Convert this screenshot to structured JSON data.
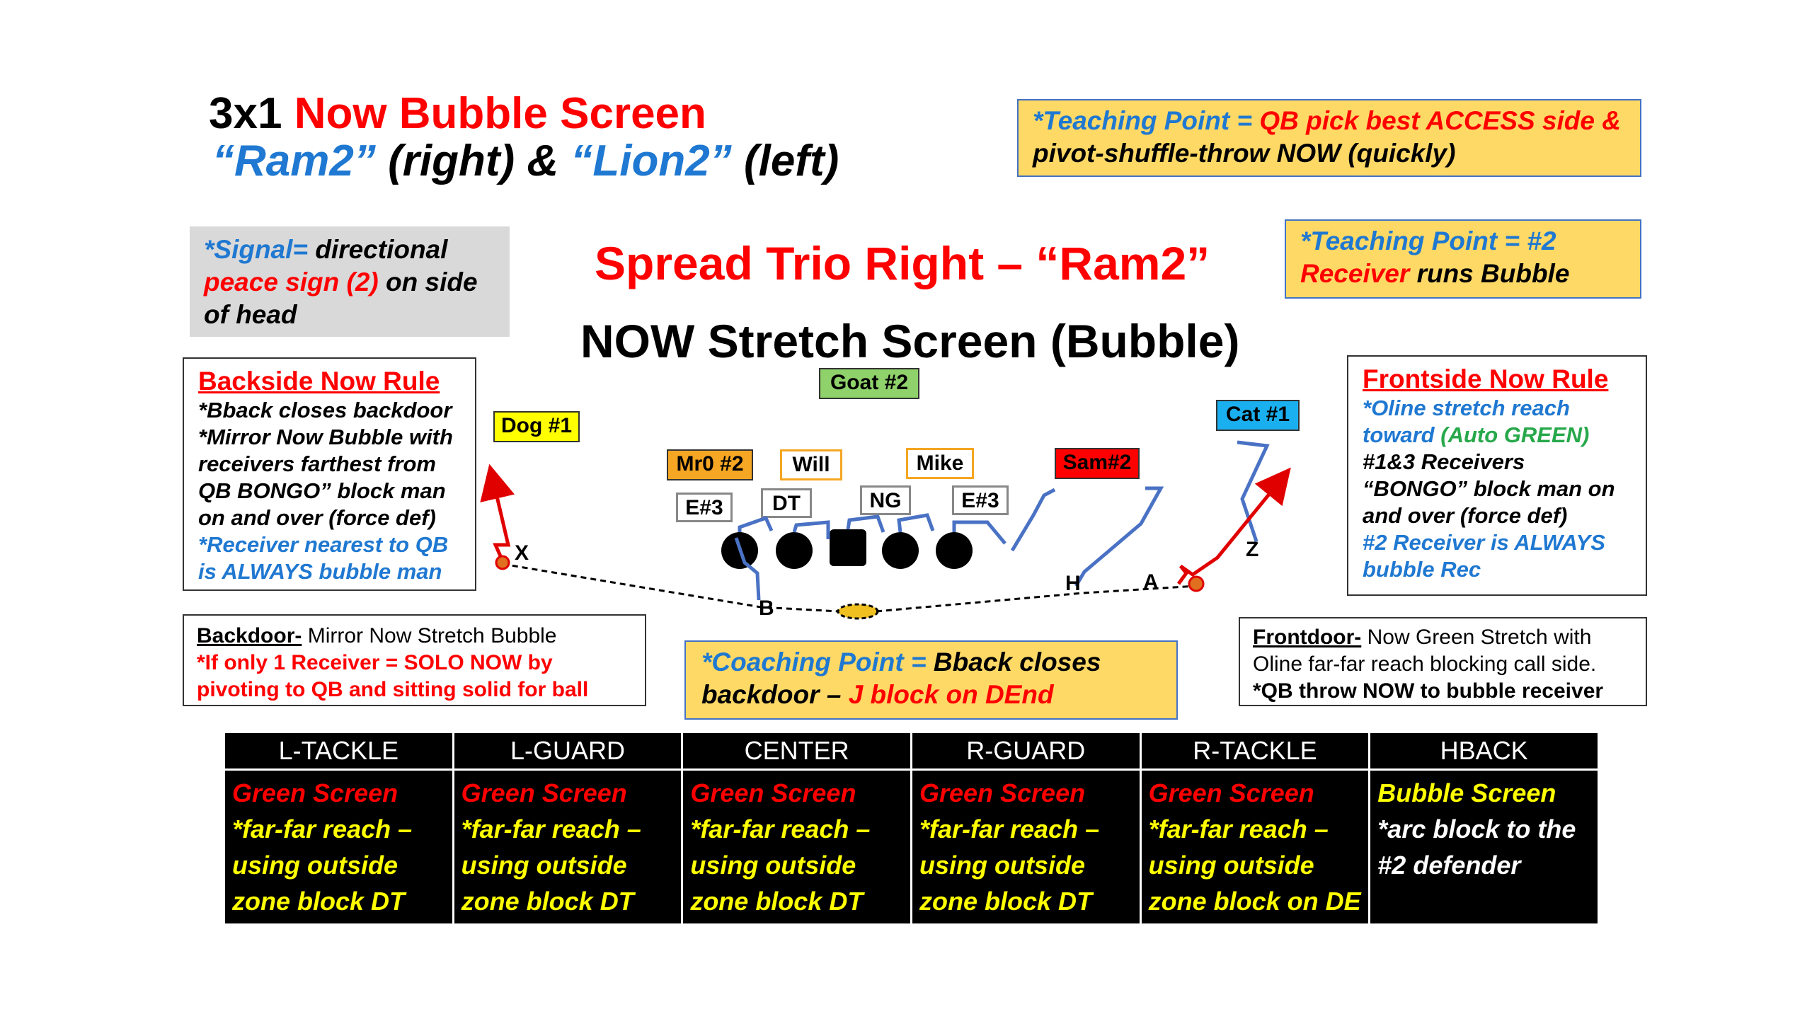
{
  "title": {
    "line1_black": "3x1",
    "line1_red": "Now Bubble Screen",
    "line2_blue_a": "“Ram2”",
    "line2_black_a": "(right) &",
    "line2_blue_b": "“Lion2”",
    "line2_black_b": "(left)"
  },
  "teaching_point_1": {
    "label": "*Teaching Point =",
    "text_red": "QB pick best ACCESS side &",
    "text_black": "pivot-shuffle-throw NOW (quickly)"
  },
  "signal": {
    "label": "*Signal=",
    "text_black1": "directional",
    "text_red": "peace sign (2)",
    "text_black2": "on side of head"
  },
  "formation_title": "Spread Trio Right – “Ram2”",
  "play_title": "NOW Stretch Screen (Bubble)",
  "teaching_point_2": {
    "label": "*Teaching Point = #2",
    "text_red": "Receiver",
    "text_black": "runs Bubble"
  },
  "backside_rule": {
    "heading": "Backside Now Rule",
    "line1": "*Bback closes backdoor",
    "line2": "*Mirror Now Bubble with receivers farthest from QB BONGO” block man on and over (force def)",
    "line3": "*Receiver nearest to QB is ALWAYS bubble man"
  },
  "frontside_rule": {
    "heading": "Frontside Now Rule",
    "line1": "*Oline stretch reach toward",
    "line1_green": "(Auto GREEN)",
    "line2": "#1&3 Receivers “BONGO” block man on and over (force def)",
    "line3": "#2 Receiver is ALWAYS bubble Rec"
  },
  "backdoor": {
    "heading": "Backdoor-",
    "text": "Mirror Now Stretch Bubble",
    "red": "*If only 1 Receiver = SOLO NOW by pivoting to QB and sitting solid for ball"
  },
  "frontdoor": {
    "heading": "Frontdoor-",
    "text": "Now Green Stretch with Oline far-far reach blocking call side.",
    "bold": "*QB throw NOW to bubble receiver"
  },
  "coaching_point": {
    "label": "*Coaching Point =",
    "text_black1": "Bback closes backdoor –",
    "text_red": "J block on DEnd"
  },
  "defenders": {
    "goat": "Goat #2",
    "dog": "Dog #1",
    "cat": "Cat #1",
    "mr0": "Mr0 #2",
    "will": "Will",
    "mike": "Mike",
    "sam": "Sam#2",
    "e3_left": "E#3",
    "dt": "DT",
    "ng": "NG",
    "e3_right": "E#3"
  },
  "offense_labels": {
    "x": "X",
    "b": "B",
    "h": "H",
    "a": "A",
    "z": "Z"
  },
  "table": {
    "headers": [
      "L-TACKLE",
      "L-GUARD",
      "CENTER",
      "R-GUARD",
      "R-TACKLE",
      "HBACK"
    ],
    "cells": [
      {
        "red": "Green Screen",
        "yellow": "*far-far reach – using outside zone block DT"
      },
      {
        "red": "Green Screen",
        "yellow": "*far-far reach – using outside zone block DT"
      },
      {
        "red": "Green Screen",
        "yellow": "*far-far reach – using outside zone block DT"
      },
      {
        "red": "Green Screen",
        "yellow": "*far-far reach – using outside zone block DT"
      },
      {
        "red": "Green Screen",
        "yellow": "*far-far reach – using outside zone block on DE"
      },
      {
        "yellow_title": "Bubble Screen",
        "white": "*arc block to the #2 defender"
      }
    ]
  },
  "colors": {
    "red": "#ff0000",
    "blue": "#1f78d1",
    "green": "#27a84a",
    "yellow_box": "#ffd966",
    "route_blue": "#4a72c4",
    "route_red": "#e00000",
    "cyan_tag": "#1ab0f0",
    "green_tag": "#8fd16a",
    "orange_tag": "#f5a623",
    "yellow_tag": "#ffff00",
    "red_tag": "#ff0000"
  }
}
